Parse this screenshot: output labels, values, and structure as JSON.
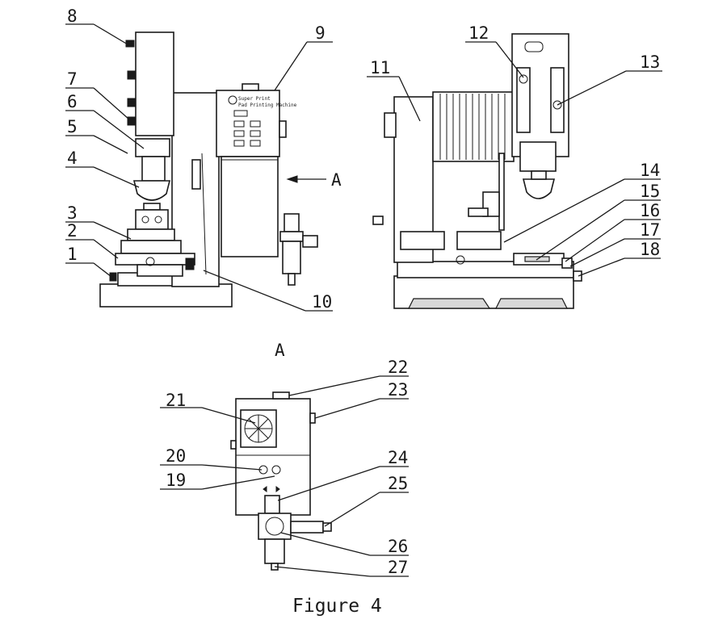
{
  "figure": {
    "caption": "Figure 4",
    "view_label": "A",
    "view_marker": "A"
  },
  "panel_text": {
    "brand": "Super Print",
    "sub": "Pad Printing Machine"
  },
  "callouts": {
    "front": [
      "1",
      "2",
      "3",
      "4",
      "5",
      "6",
      "7",
      "8",
      "9",
      "10"
    ],
    "side": [
      "11",
      "12",
      "13",
      "14",
      "15",
      "16",
      "17",
      "18"
    ],
    "view_a": [
      "19",
      "20",
      "21",
      "22",
      "23",
      "24",
      "25",
      "26",
      "27"
    ]
  }
}
